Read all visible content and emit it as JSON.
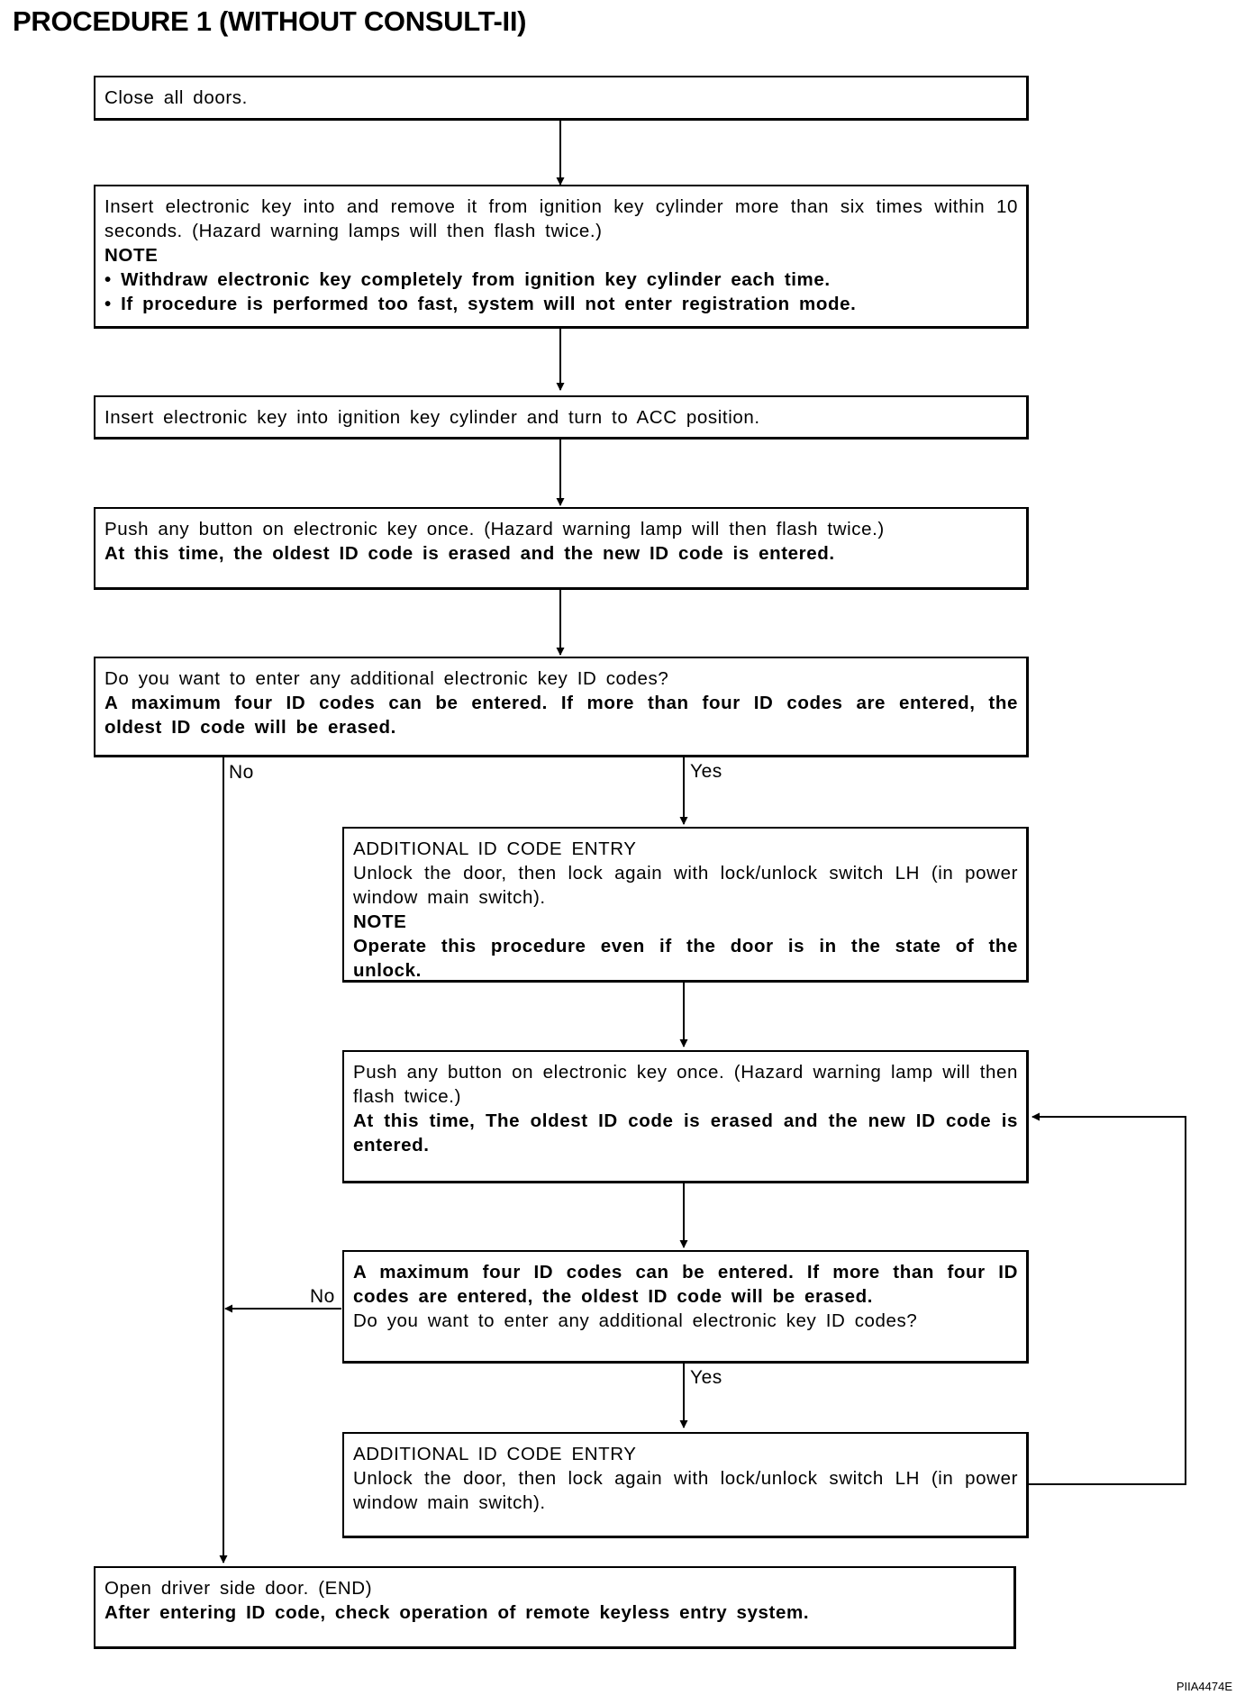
{
  "title": "PROCEDURE 1 (WITHOUT CONSULT-II)",
  "steps": {
    "close_doors": {
      "text": "Close all doors."
    },
    "insert_remove": {
      "line1": "Insert electronic key into and remove it from ignition key cylinder more than six times within 10 seconds. (Hazard warning lamps will then flash twice.)",
      "note_label": "NOTE",
      "bullets": [
        "• Withdraw electronic key completely from ignition key cylinder each time.",
        "• If procedure is performed too fast, system will not enter registration mode."
      ]
    },
    "insert_acc": {
      "text": "Insert electronic key into ignition key cylinder and turn to ACC position."
    },
    "push_button_1": {
      "line1": "Push any button on electronic key once. (Hazard warning lamp will then flash twice.)",
      "line2": "At this time, the oldest ID code is erased and the new ID code is entered."
    },
    "question_1": {
      "line1": "Do you want to enter any additional electronic key ID codes?",
      "line2": "A maximum four ID codes can be entered. If more than four ID codes are entered, the oldest ID code will be erased."
    },
    "additional_entry_1": {
      "heading": "ADDITIONAL ID CODE ENTRY",
      "text": "Unlock the door, then lock again with lock/unlock switch LH (in power window main switch).",
      "note_label": "NOTE",
      "note_text": "Operate this procedure even if the door is in the state of the unlock."
    },
    "push_button_2": {
      "line1": "Push any button on electronic key once. (Hazard warning lamp will then flash twice.)",
      "line2": "At this time, The oldest ID code is erased and the new ID code is entered."
    },
    "question_2": {
      "line1": "A maximum four ID codes can be entered. If more than four ID codes are entered, the oldest ID code will be erased.",
      "line2": "Do you want to enter any additional electronic key ID codes?"
    },
    "additional_entry_2": {
      "heading": "ADDITIONAL ID CODE ENTRY",
      "text": "Unlock the door, then lock again with lock/unlock switch LH (in power window main switch)."
    },
    "end_step": {
      "line1": "Open driver side door. (END)",
      "line2": "After entering ID code, check operation of remote keyless entry system."
    }
  },
  "labels": {
    "no_1": "No",
    "yes_1": "Yes",
    "no_2": "No",
    "yes_2": "Yes"
  },
  "figure_ref": "PIIA4474E"
}
